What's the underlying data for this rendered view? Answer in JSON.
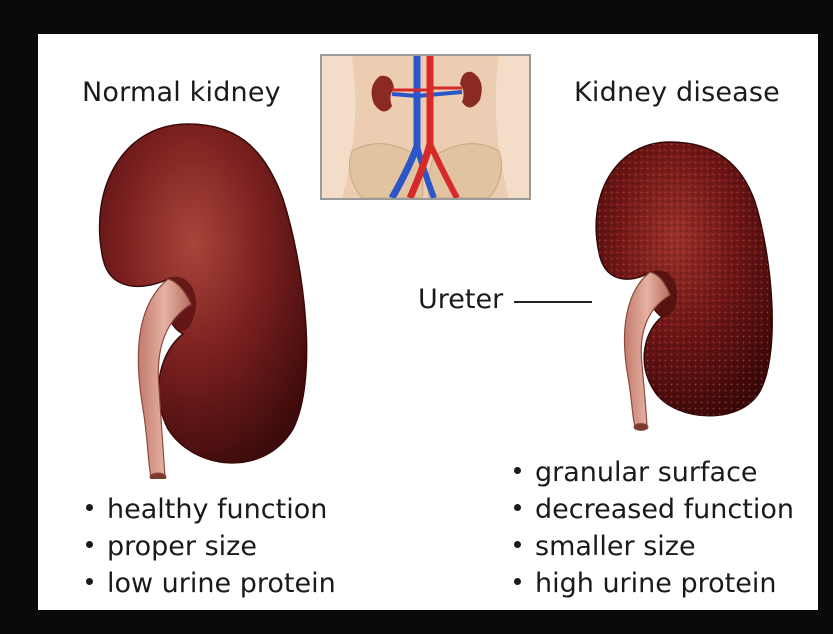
{
  "left": {
    "title": "Normal kidney",
    "bullets": [
      "healthy function",
      "proper size",
      "low urine protein"
    ]
  },
  "right": {
    "title": "Kidney disease",
    "bullets": [
      "granular surface",
      "decreased function",
      "smaller size",
      "high urine protein"
    ]
  },
  "callout": {
    "ureter_label": "Ureter"
  },
  "colors": {
    "kidney_normal": "#7a1f1f",
    "kidney_diseased": "#6e1515",
    "ureter": "#d99a8a",
    "artery": "#d62a2a",
    "vein": "#2a56c9",
    "skin": "#f1d9c4"
  }
}
